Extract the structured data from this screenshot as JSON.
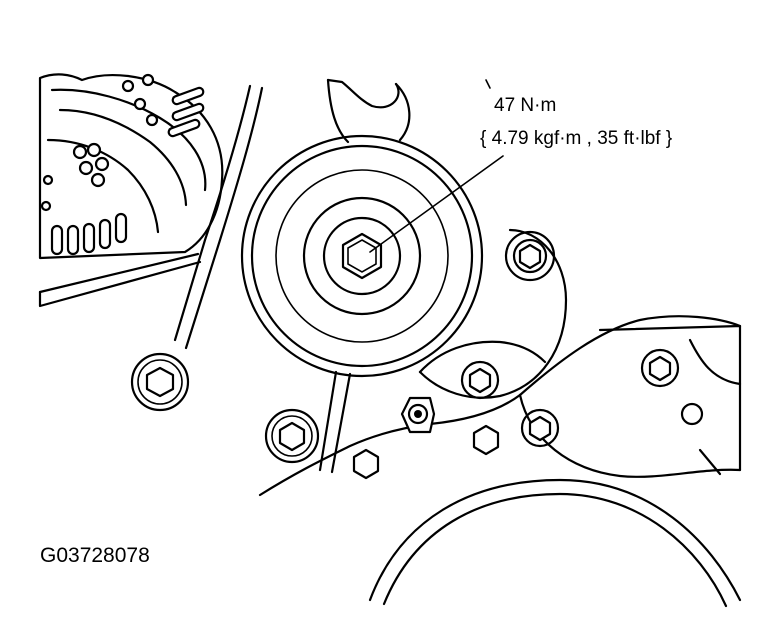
{
  "callout": {
    "torque_line1": "47 N·m",
    "torque_line2": "{ 4.79 kgf·m , 35 ft·lbf }"
  },
  "figure_code": "G03728078"
}
